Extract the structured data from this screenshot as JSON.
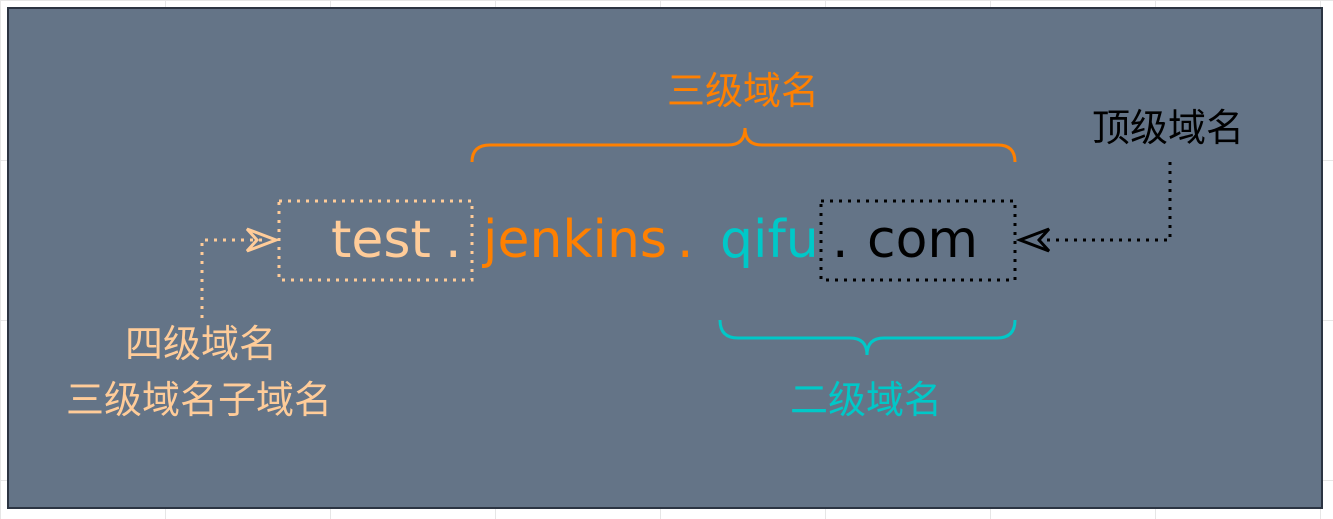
{
  "domain": {
    "test": "test",
    "dot1": ".",
    "jenkins": "jenkins",
    "dot2": ".",
    "qifu": "qifu",
    "dot3": ".",
    "com": "com"
  },
  "labels": {
    "third_level": "三级域名",
    "top_level": "顶级域名",
    "fourth_level": "四级域名",
    "third_level_subdomain": "三级域名子域名",
    "second_level": "二级域名"
  },
  "colors": {
    "background": "#647487",
    "fourth_level": "#ffcc99",
    "third_level": "#ff8000",
    "second_level": "#00c8c8",
    "top_level": "#000000"
  }
}
